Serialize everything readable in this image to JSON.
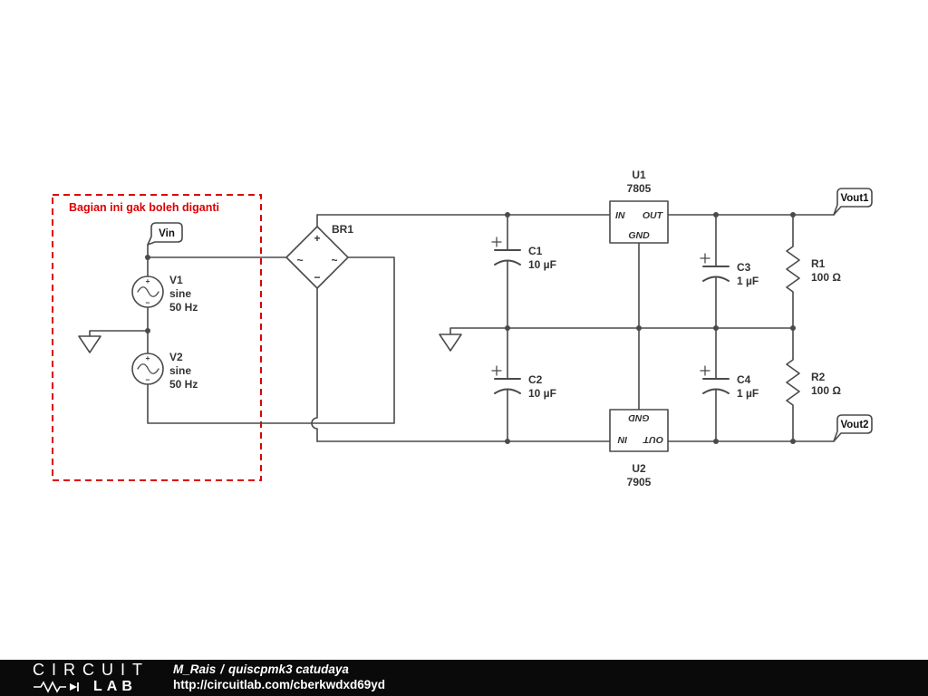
{
  "colors": {
    "wire": "#4a4a4a",
    "text": "#333333",
    "accent-red": "#dd0000",
    "footer-bg": "#0a0a0a",
    "footer-fg": "#ffffff"
  },
  "annotation": {
    "label": "Bagian ini gak boleh diganti"
  },
  "flags": {
    "vin": "Vin",
    "vout1": "Vout1",
    "vout2": "Vout2"
  },
  "symbols": {
    "plus": "+",
    "minus": "−",
    "tilde": "~"
  },
  "components": {
    "v1": {
      "ref": "V1",
      "type": "sine",
      "freq": "50 Hz"
    },
    "v2": {
      "ref": "V2",
      "type": "sine",
      "freq": "50 Hz"
    },
    "br1": {
      "ref": "BR1"
    },
    "c1": {
      "ref": "C1",
      "value": "10 µF"
    },
    "c2": {
      "ref": "C2",
      "value": "10 µF"
    },
    "c3": {
      "ref": "C3",
      "value": "1 µF"
    },
    "c4": {
      "ref": "C4",
      "value": "1 µF"
    },
    "r1": {
      "ref": "R1",
      "value": "100 Ω"
    },
    "r2": {
      "ref": "R2",
      "value": "100 Ω"
    },
    "u1": {
      "ref": "U1",
      "part": "7805",
      "pin_in": "IN",
      "pin_out": "OUT",
      "pin_gnd": "GND"
    },
    "u2": {
      "ref": "U2",
      "part": "7905",
      "pin_in": "IN",
      "pin_out": "OUT",
      "pin_gnd": "GND"
    }
  },
  "footer": {
    "logo_top": "CIRCUIT",
    "logo_bottom": "LAB",
    "author": "M_Rais",
    "separator": "/",
    "title": "quiscpmk3 catudaya",
    "url": "http://circuitlab.com/cberkwdxd69yd"
  }
}
